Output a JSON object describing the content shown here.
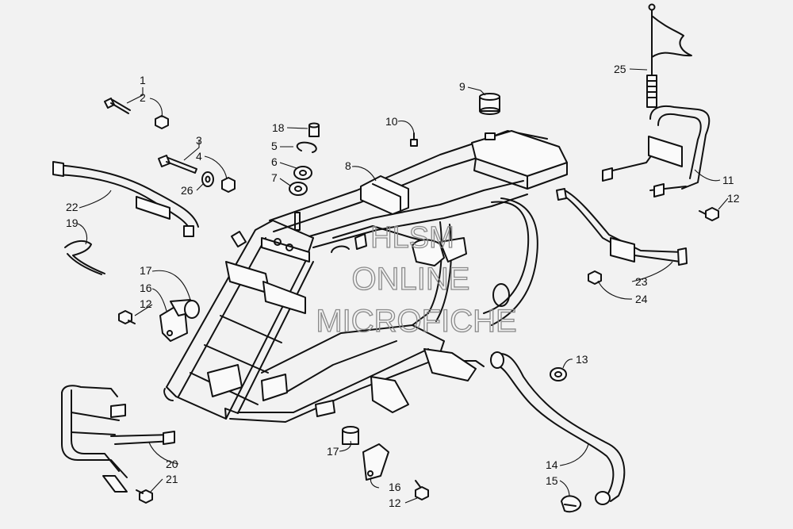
{
  "watermark": {
    "line1": "HLSM",
    "line2": "ONLINE",
    "line3": "MICROFICHE"
  },
  "callouts": [
    {
      "id": "c1",
      "text": "1"
    },
    {
      "id": "c2",
      "text": "2"
    },
    {
      "id": "c3",
      "text": "3"
    },
    {
      "id": "c4",
      "text": "4"
    },
    {
      "id": "c26",
      "text": "26"
    },
    {
      "id": "c18",
      "text": "18"
    },
    {
      "id": "c5",
      "text": "5"
    },
    {
      "id": "c6",
      "text": "6"
    },
    {
      "id": "c7",
      "text": "7"
    },
    {
      "id": "c8",
      "text": "8"
    },
    {
      "id": "c9",
      "text": "9"
    },
    {
      "id": "c10",
      "text": "10"
    },
    {
      "id": "c25",
      "text": "25"
    },
    {
      "id": "c11",
      "text": "11"
    },
    {
      "id": "c12a",
      "text": "12"
    },
    {
      "id": "c22",
      "text": "22"
    },
    {
      "id": "c19",
      "text": "19"
    },
    {
      "id": "c17a",
      "text": "17"
    },
    {
      "id": "c16a",
      "text": "16"
    },
    {
      "id": "c12b",
      "text": "12"
    },
    {
      "id": "c23",
      "text": "23"
    },
    {
      "id": "c24",
      "text": "24"
    },
    {
      "id": "c13",
      "text": "13"
    },
    {
      "id": "c20",
      "text": "20"
    },
    {
      "id": "c21",
      "text": "21"
    },
    {
      "id": "c17b",
      "text": "17"
    },
    {
      "id": "c16b",
      "text": "16"
    },
    {
      "id": "c12c",
      "text": "12"
    },
    {
      "id": "c14",
      "text": "14"
    },
    {
      "id": "c15",
      "text": "15"
    }
  ]
}
